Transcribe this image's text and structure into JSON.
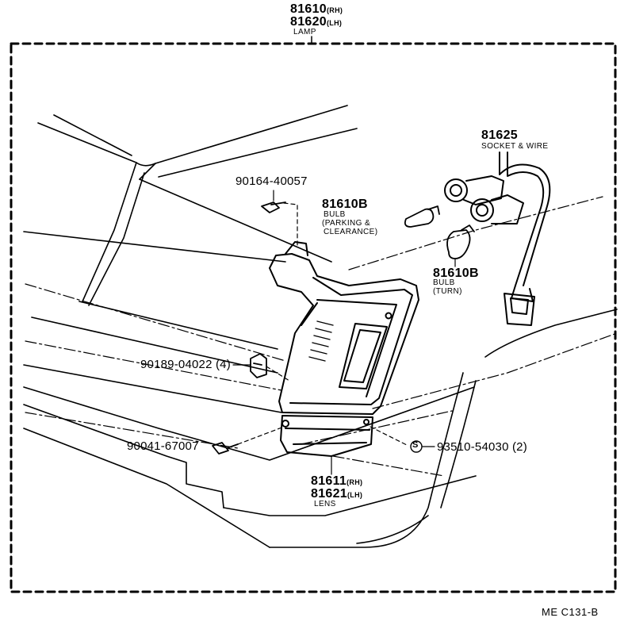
{
  "parts": {
    "lamp": {
      "pn_rh": "81610",
      "side_rh": "(RH)",
      "pn_lh": "81620",
      "side_lh": "(LH)",
      "desc": "LAMP"
    },
    "socket_wire": {
      "pn": "81625",
      "desc": "SOCKET & WIRE"
    },
    "screw_top": {
      "pn": "90164-40057"
    },
    "bulb_parking": {
      "pn": "81610B",
      "desc1": "BULB",
      "desc2": "(PARKING &",
      "desc3": "CLEARANCE)"
    },
    "bulb_turn": {
      "pn": "81610B",
      "desc1": "BULB",
      "desc2": "(TURN)"
    },
    "clip": {
      "pn": "90189-04022 (4)"
    },
    "screw_bottom": {
      "pn": "90041-67007"
    },
    "nut": {
      "symbol": "S",
      "pn": "93510-54030 (2)"
    },
    "lens": {
      "pn_rh": "81611",
      "side_rh": "(RH)",
      "pn_lh": "81621",
      "side_lh": "(LH)",
      "desc": "LENS"
    }
  },
  "footer": {
    "code": "ME  C131-B"
  }
}
